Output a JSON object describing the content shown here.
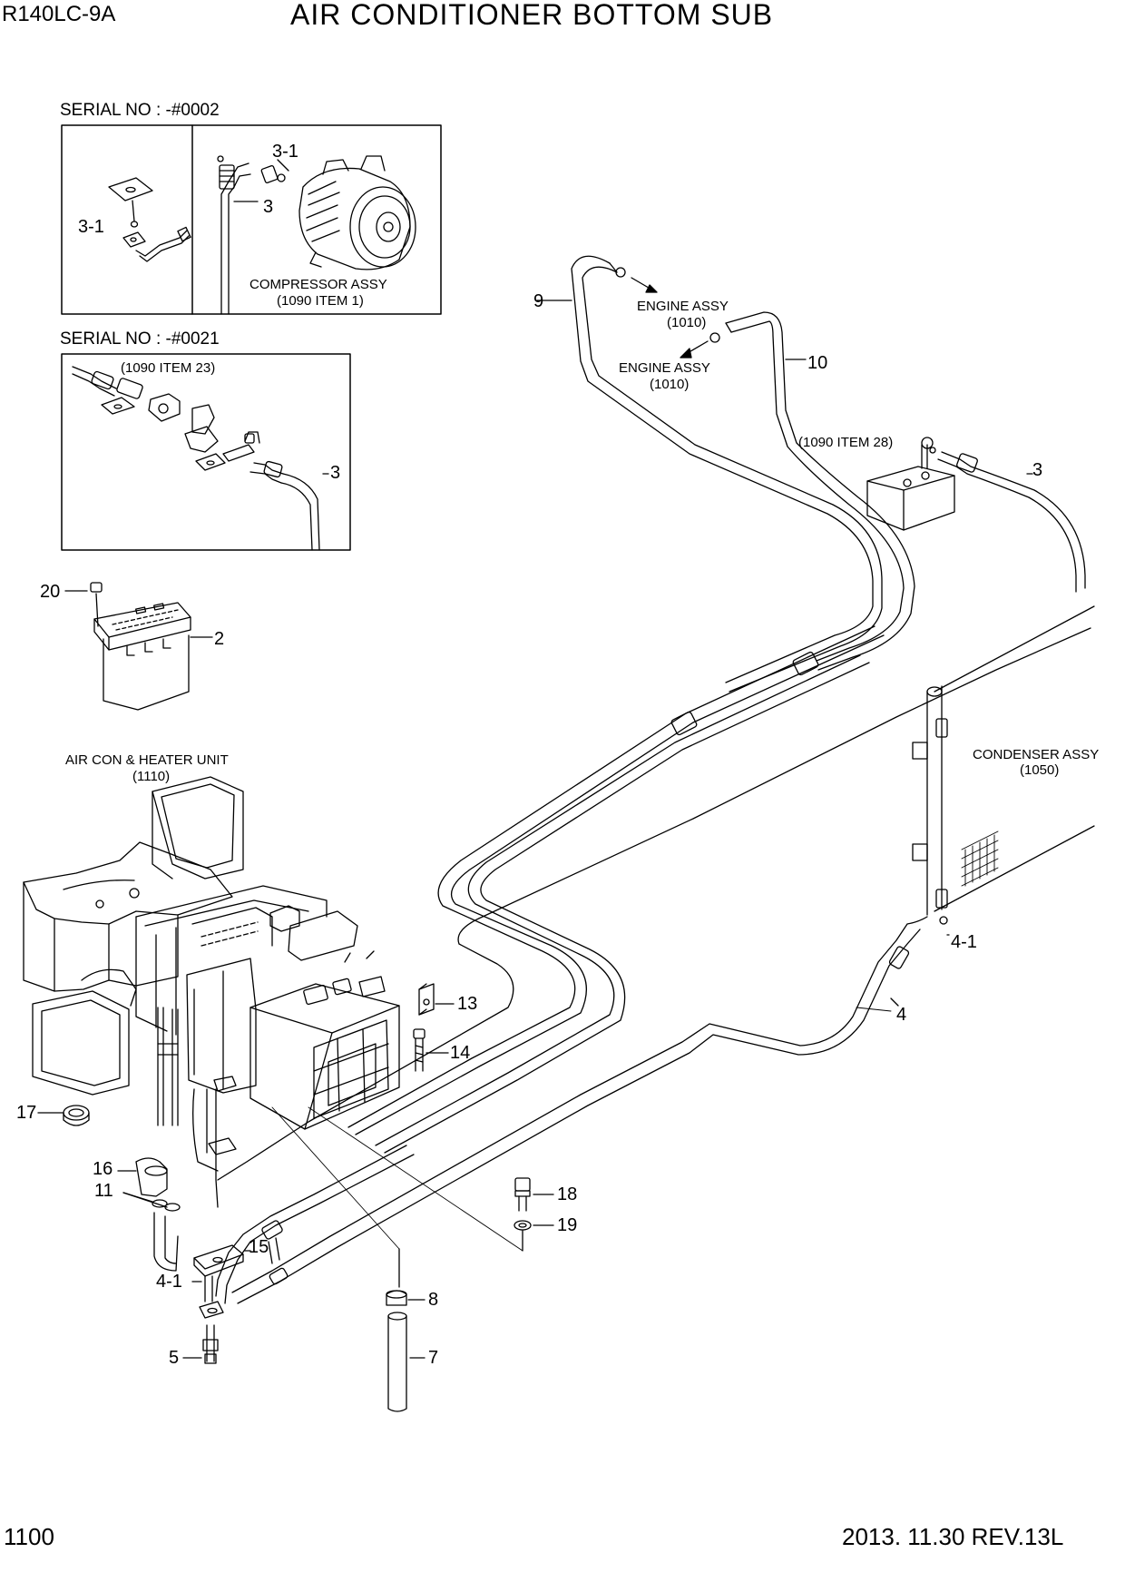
{
  "header": {
    "model": "R140LC-9A",
    "title": "AIR CONDITIONER BOTTOM SUB"
  },
  "inset_top": {
    "serial": "SERIAL NO : -#0002",
    "compressor_label_1": "COMPRESSOR ASSY",
    "compressor_label_2": "(1090 ITEM 1)",
    "callouts": [
      "3-1",
      "3-1",
      "3"
    ]
  },
  "inset_bottom": {
    "serial": "SERIAL NO : -#0021",
    "ref": "(1090 ITEM 23)",
    "callouts": [
      "3"
    ]
  },
  "references": {
    "engine_assy_1": "ENGINE ASSY",
    "engine_assy_1_code": "(1010)",
    "engine_assy_2": "ENGINE ASSY",
    "engine_assy_2_code": "(1010)",
    "item28": "(1090 ITEM 28)",
    "condenser": "CONDENSER ASSY",
    "condenser_code": "(1050)",
    "aircon": "AIR CON & HEATER UNIT",
    "aircon_code": "(1110)"
  },
  "callouts": {
    "c9": "9",
    "c10": "10",
    "c3": "3",
    "c20": "20",
    "c2": "2",
    "c4_1_right": "4-1",
    "c4": "4",
    "c13": "13",
    "c14": "14",
    "c17": "17",
    "c16": "16",
    "c11": "11",
    "c18": "18",
    "c19": "19",
    "c15": "15",
    "c4_1_left": "4-1",
    "c8": "8",
    "c5": "5",
    "c7": "7"
  },
  "footer": {
    "page": "1100",
    "revision": "2013. 11.30  REV.13L"
  }
}
